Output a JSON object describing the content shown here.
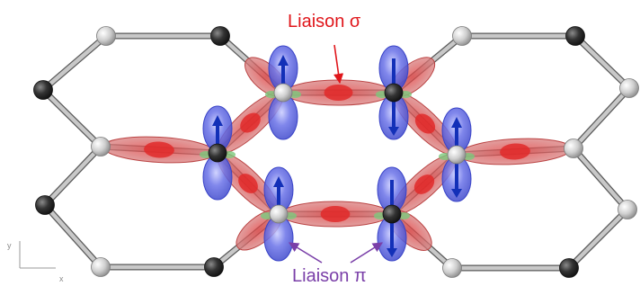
{
  "labels": {
    "sigma": "Liaison σ",
    "pi": "Liaison π",
    "axis_y": "y",
    "axis_x": "x"
  },
  "colors": {
    "sigma": "#e0161b",
    "pi": "#7a3fa8",
    "sigma_lobe": "#d95a5a",
    "pi_lobe": "#4250d6",
    "bond": "#c8c8c8",
    "atom_light": "#d9d9d9",
    "atom_dark": "#2e2e2e",
    "spin_arrow": "#1330b8",
    "small_lobe": "#7cc87c"
  },
  "icons": [
    "pi-orbital-icon",
    "sigma-orbital-icon",
    "spin-arrow-icon",
    "carbon-atom-icon",
    "axis-triad-icon"
  ]
}
